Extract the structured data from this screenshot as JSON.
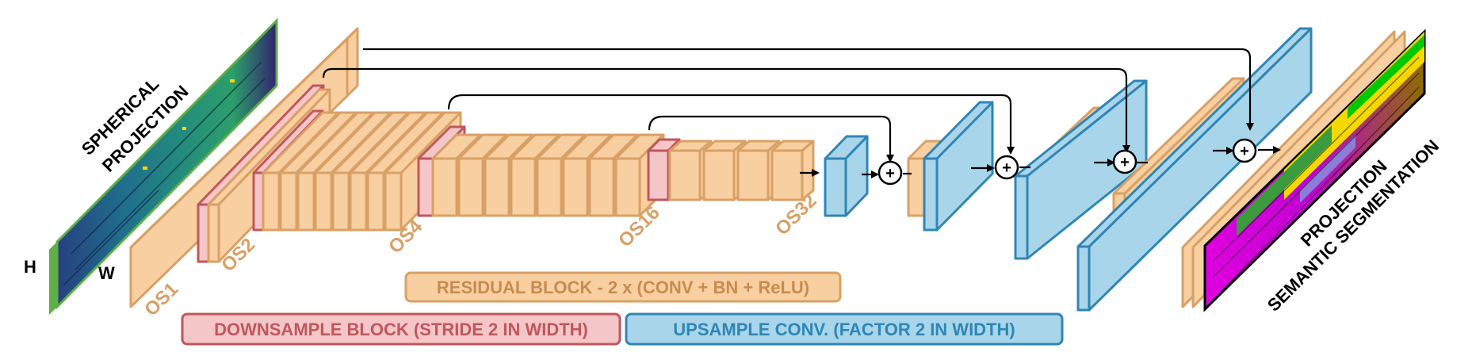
{
  "input": {
    "title_line1": "SPHERICAL",
    "title_line2": "PROJECTION",
    "h_label": "H",
    "w_label": "W"
  },
  "output": {
    "title_line1": "SEMANTIC SEGMENTATION",
    "title_line2": "PROJECTION"
  },
  "os_labels": {
    "os1": "OS1",
    "os2": "OS2",
    "os4": "OS4",
    "os16": "OS16",
    "os32": "OS32"
  },
  "legend": {
    "residual": "RESIDUAL BLOCK - 2 x (CONV + BN + ReLU)",
    "downsample": "DOWNSAMPLE BLOCK (STRIDE 2 IN WIDTH)",
    "upsample": "UPSAMPLE CONV. (FACTOR 2 IN WIDTH)"
  },
  "skip_symbol": "+",
  "colors": {
    "residual_fill": "#f8cfa0",
    "residual_stroke": "#d9a066",
    "residual_text": "#d9a066",
    "downsample_fill": "#f5c6c8",
    "downsample_stroke": "#c0575c",
    "downsample_text": "#c0575c",
    "upsample_fill": "#a9d5ea",
    "upsample_stroke": "#2f86b5",
    "upsample_text": "#2f86b5",
    "input_border": "#5fae46"
  },
  "icons": [
    "plus-circle-icon",
    "arrow-right-icon"
  ]
}
